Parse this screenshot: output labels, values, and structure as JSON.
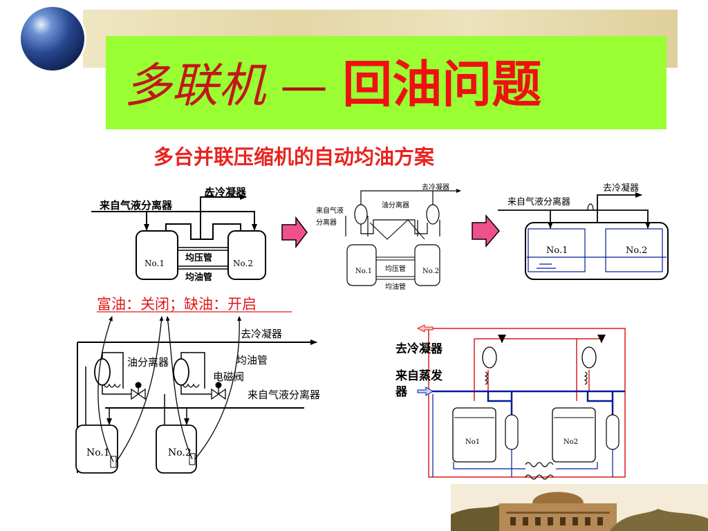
{
  "title": {
    "part1": "多联机",
    "dash": "—",
    "part2": "回油问题"
  },
  "subtitle": "多台并联压缩机的自动均油方案",
  "diagram1": {
    "to_condenser": "去冷凝器",
    "from_separator": "来自气液分离器",
    "unit1": "No.1",
    "unit2": "No.2",
    "balance_pipe": "均压管",
    "oil_pipe": "均油管"
  },
  "diagram2": {
    "to_condenser": "去冷凝器",
    "from_separator_1": "来自气液",
    "from_separator_2": "分离器",
    "oil_separator": "油分离器",
    "unit1": "No.1",
    "unit2": "No.2",
    "balance_pipe": "均压管",
    "oil_pipe": "均油管"
  },
  "diagram3": {
    "to_condenser": "去冷凝器",
    "from_separator": "来自气液分离器",
    "unit1": "No.1",
    "unit2": "No.2"
  },
  "diagram4": {
    "rule": "富油：关闭；缺油：开启",
    "to_condenser": "去冷凝器",
    "oil_separator": "油分离器",
    "oil_pipe": "均油管",
    "solenoid_valve": "电磁阀",
    "from_separator": "来自气液分离器",
    "unit1": "No.1",
    "unit2": "No.2"
  },
  "diagram5": {
    "to_condenser": "去冷凝器",
    "from_evaporator_1": "来自蒸发",
    "from_evaporator_2": "器",
    "unit1": "No1",
    "unit2": "No2"
  },
  "colors": {
    "title_box": "#99ff33",
    "title_text": "#ee1111",
    "subtitle_text": "#e8231f",
    "arrow_fill": "#f0508c",
    "hot_line": "#e01818",
    "cold_line": "#001a99"
  },
  "icons": {
    "globe": "globe-icon",
    "building_photo": "building-photo",
    "process_arrow": "arrow-right-icon"
  }
}
